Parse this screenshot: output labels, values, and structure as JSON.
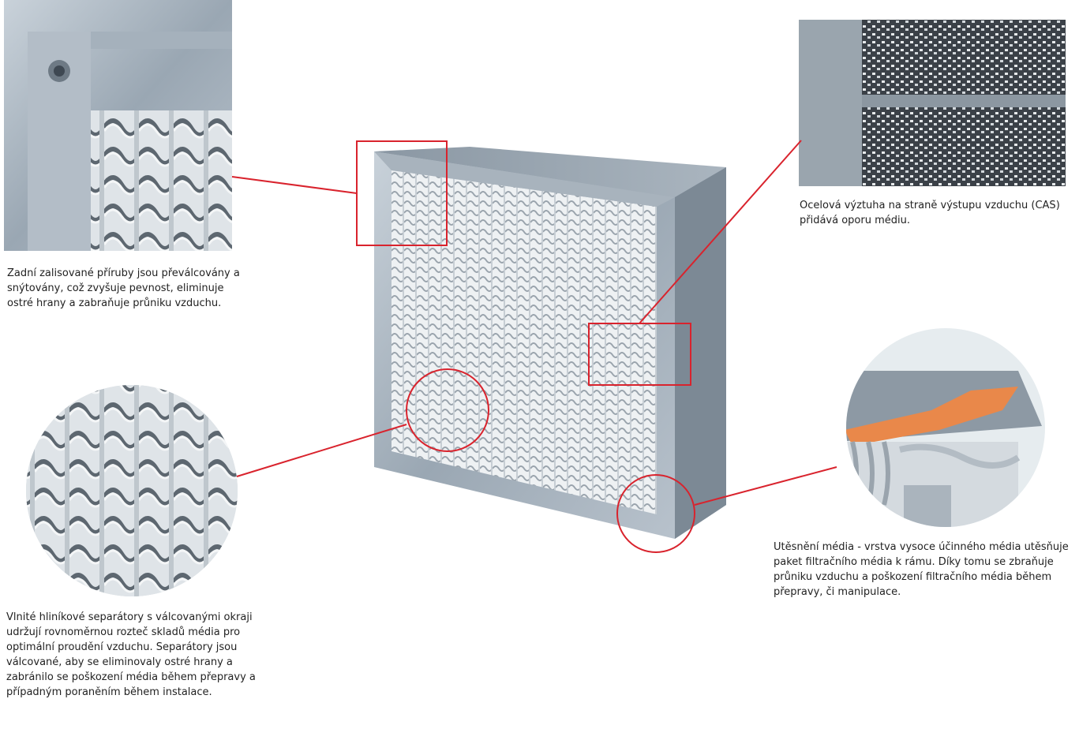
{
  "captions": {
    "flanges": "Zadní zalisované příruby jsou převálcovány a snýtovány, což zvyšuje pevnost, eliminuje ostré hrany a zabraňuje průniku vzduchu.",
    "separators": "Vlnité hliníkové separátory s válcovanými okraji udržují rovnoměrnou rozteč skladů média pro optimální proudění vzduchu. Separátory jsou válcované, aby se eliminovaly ostré hrany a zabránilo se poškození média během přepravy a případným poraněním během instalace.",
    "cas": "Ocelová výztuha na straně výstupu vzduchu (CAS) přidává oporu médiu.",
    "seal": "Utěsnění média - vrstva vysoce účinného média utěsňuje paket filtračního média k rámu. Díky tomu se zbraňuje průniku vzduchu a poškození filtračního média během přepravy, či manipulace."
  },
  "colors": {
    "callout": "#d9232d",
    "steel_light": "#b9c4cf",
    "steel_dark": "#7f8c98",
    "media": "#e8ecef",
    "seal_orange": "#e9884a"
  }
}
